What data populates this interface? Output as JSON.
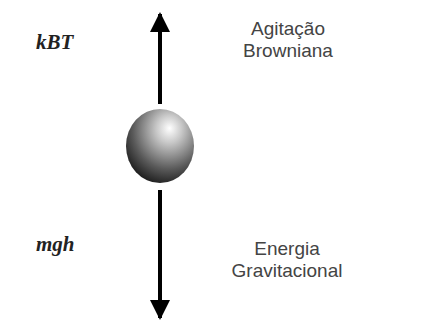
{
  "diagram": {
    "labels": [
      "kBT",
      "Agitação Browniana",
      "mgh",
      "Energia Gravitacional"
    ]
  }
}
